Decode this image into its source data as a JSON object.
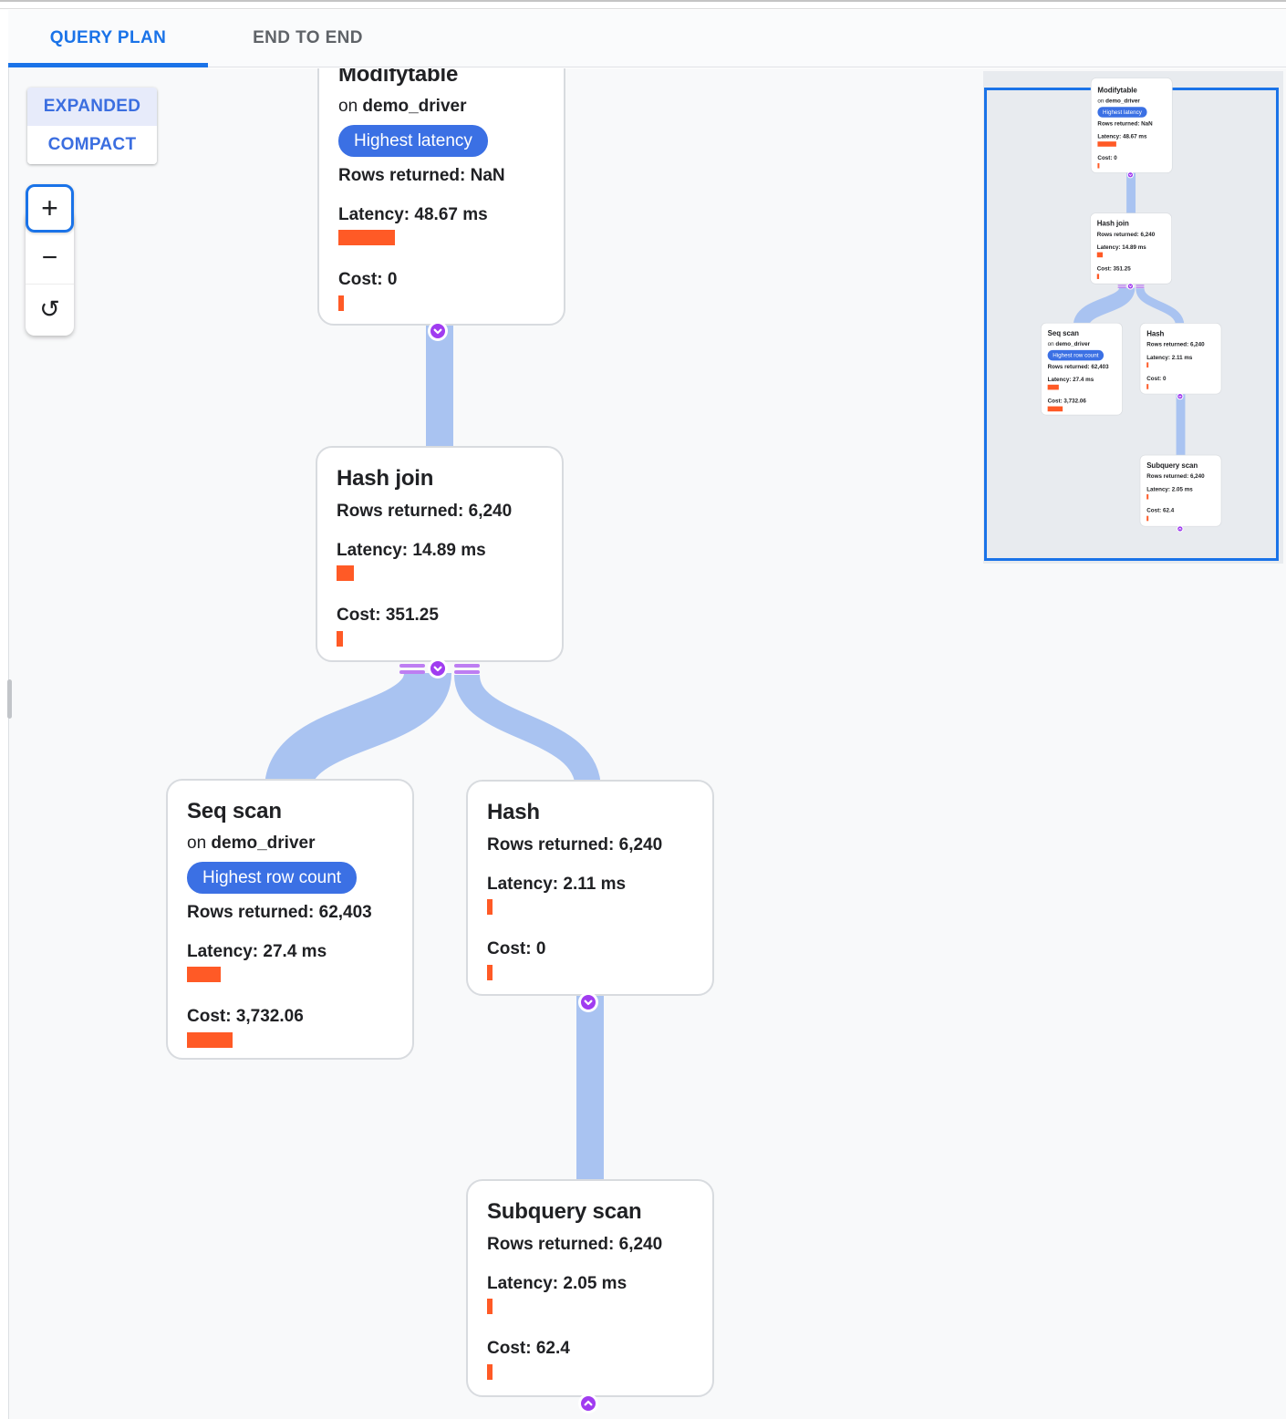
{
  "header": {
    "tabs": [
      {
        "label": "QUERY PLAN",
        "active": true
      },
      {
        "label": "END TO END",
        "active": false
      }
    ]
  },
  "controls": {
    "expanded_label": "EXPANDED",
    "compact_label": "COMPACT",
    "zoom_in": "+",
    "zoom_out": "−",
    "reset": "↺"
  },
  "nodes": {
    "modifytable": {
      "title": "Modifytable",
      "on": "on",
      "table": "demo_driver",
      "badge": "Highest latency",
      "rows": "Rows returned: NaN",
      "latency": "Latency: 48.67 ms",
      "cost": "Cost: 0",
      "latency_bar": 62,
      "cost_bar": 6
    },
    "hash_join": {
      "title": "Hash join",
      "rows": "Rows returned: 6,240",
      "latency": "Latency: 14.89 ms",
      "cost": "Cost: 351.25",
      "latency_bar": 19,
      "cost_bar": 7
    },
    "seq_scan": {
      "title": "Seq scan",
      "on": "on",
      "table": "demo_driver",
      "badge": "Highest row count",
      "rows": "Rows returned: 62,403",
      "latency": "Latency: 27.4 ms",
      "cost": "Cost: 3,732.06",
      "latency_bar": 37,
      "cost_bar": 50
    },
    "hash": {
      "title": "Hash",
      "rows": "Rows returned: 6,240",
      "latency": "Latency: 2.11 ms",
      "cost": "Cost: 0",
      "latency_bar": 6,
      "cost_bar": 6
    },
    "subquery_scan": {
      "title": "Subquery scan",
      "rows": "Rows returned: 6,240",
      "latency": "Latency: 2.05 ms",
      "cost": "Cost: 62.4",
      "latency_bar": 6,
      "cost_bar": 6
    }
  },
  "colors": {
    "accent_blue": "#1a73e8",
    "badge_blue": "#3b70e4",
    "bar_orange": "#ff5a26",
    "band_blue": "#a9c3f1",
    "node_purple": "#a03cf0"
  }
}
